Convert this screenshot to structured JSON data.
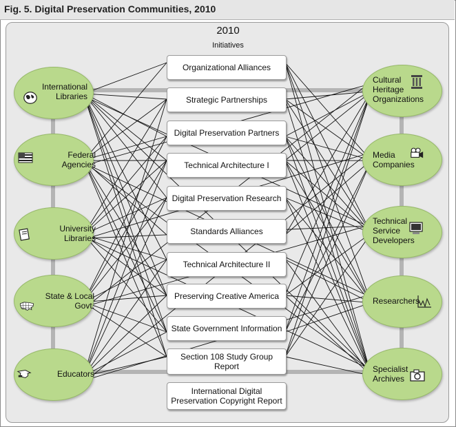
{
  "figure": {
    "title": "Fig. 5. Digital Preservation Communities, 2010",
    "year": "2010",
    "subtitle": "Initiatives"
  },
  "communities_left": [
    {
      "label": "International Libraries",
      "lines": [
        "International",
        "Libraries"
      ],
      "icon": "globe-icon"
    },
    {
      "label": "Federal Agencies",
      "lines": [
        "Federal",
        "Agencies"
      ],
      "icon": "us-flag-icon"
    },
    {
      "label": "University Libraries",
      "lines": [
        "University",
        "Libraries"
      ],
      "icon": "book-icon"
    },
    {
      "label": "State & Local Govt.",
      "lines": [
        "State & Local",
        "Govt."
      ],
      "icon": "us-map-icon"
    },
    {
      "label": "Educators",
      "lines": [
        "Educators"
      ],
      "icon": "graduation-cap-icon"
    }
  ],
  "communities_right": [
    {
      "label": "Cultural Heritage Organizations",
      "lines": [
        "Cultural",
        "Heritage",
        "Organizations"
      ],
      "icon": "columns-icon"
    },
    {
      "label": "Media Companies",
      "lines": [
        "Media",
        "Companies"
      ],
      "icon": "video-camera-icon"
    },
    {
      "label": "Technical Service Developers",
      "lines": [
        "Technical",
        "Service",
        "Developers"
      ],
      "icon": "computer-icon"
    },
    {
      "label": "Researchers",
      "lines": [
        "Researchers"
      ],
      "icon": "chart-icon"
    },
    {
      "label": "Specialist Archives",
      "lines": [
        "Specialist",
        "Archives"
      ],
      "icon": "camera-icon"
    }
  ],
  "initiatives": [
    {
      "label": "Organizational Alliances",
      "lines": [
        "Organizational Alliances"
      ]
    },
    {
      "label": "Strategic Partnerships",
      "lines": [
        "Strategic Partnerships"
      ]
    },
    {
      "label": "Digital Preservation Partners",
      "lines": [
        "Digital Preservation Partners"
      ]
    },
    {
      "label": "Technical Architecture I",
      "lines": [
        "Technical Architecture I"
      ]
    },
    {
      "label": "Digital Preservation Research",
      "lines": [
        "Digital Preservation Research"
      ]
    },
    {
      "label": "Standards Alliances",
      "lines": [
        "Standards Alliances"
      ]
    },
    {
      "label": "Technical Architecture  II",
      "lines": [
        "Technical Architecture  II"
      ]
    },
    {
      "label": "Preserving Creative America",
      "lines": [
        "Preserving Creative America"
      ]
    },
    {
      "label": "State Government Information",
      "lines": [
        "State Government Information"
      ]
    },
    {
      "label": "Section 108 Study Group Report",
      "lines": [
        "Section 108 Study Group",
        "Report"
      ]
    },
    {
      "label": "International Digital Preservation Copyright Report",
      "lines": [
        "International Digital",
        "Preservation Copyright Report"
      ]
    }
  ],
  "colors": {
    "node_fill": "#b9d98c",
    "node_border": "#97b96a",
    "backbone": "#b4b4b4",
    "panel": "#e9e9e9",
    "line": "#111111"
  }
}
